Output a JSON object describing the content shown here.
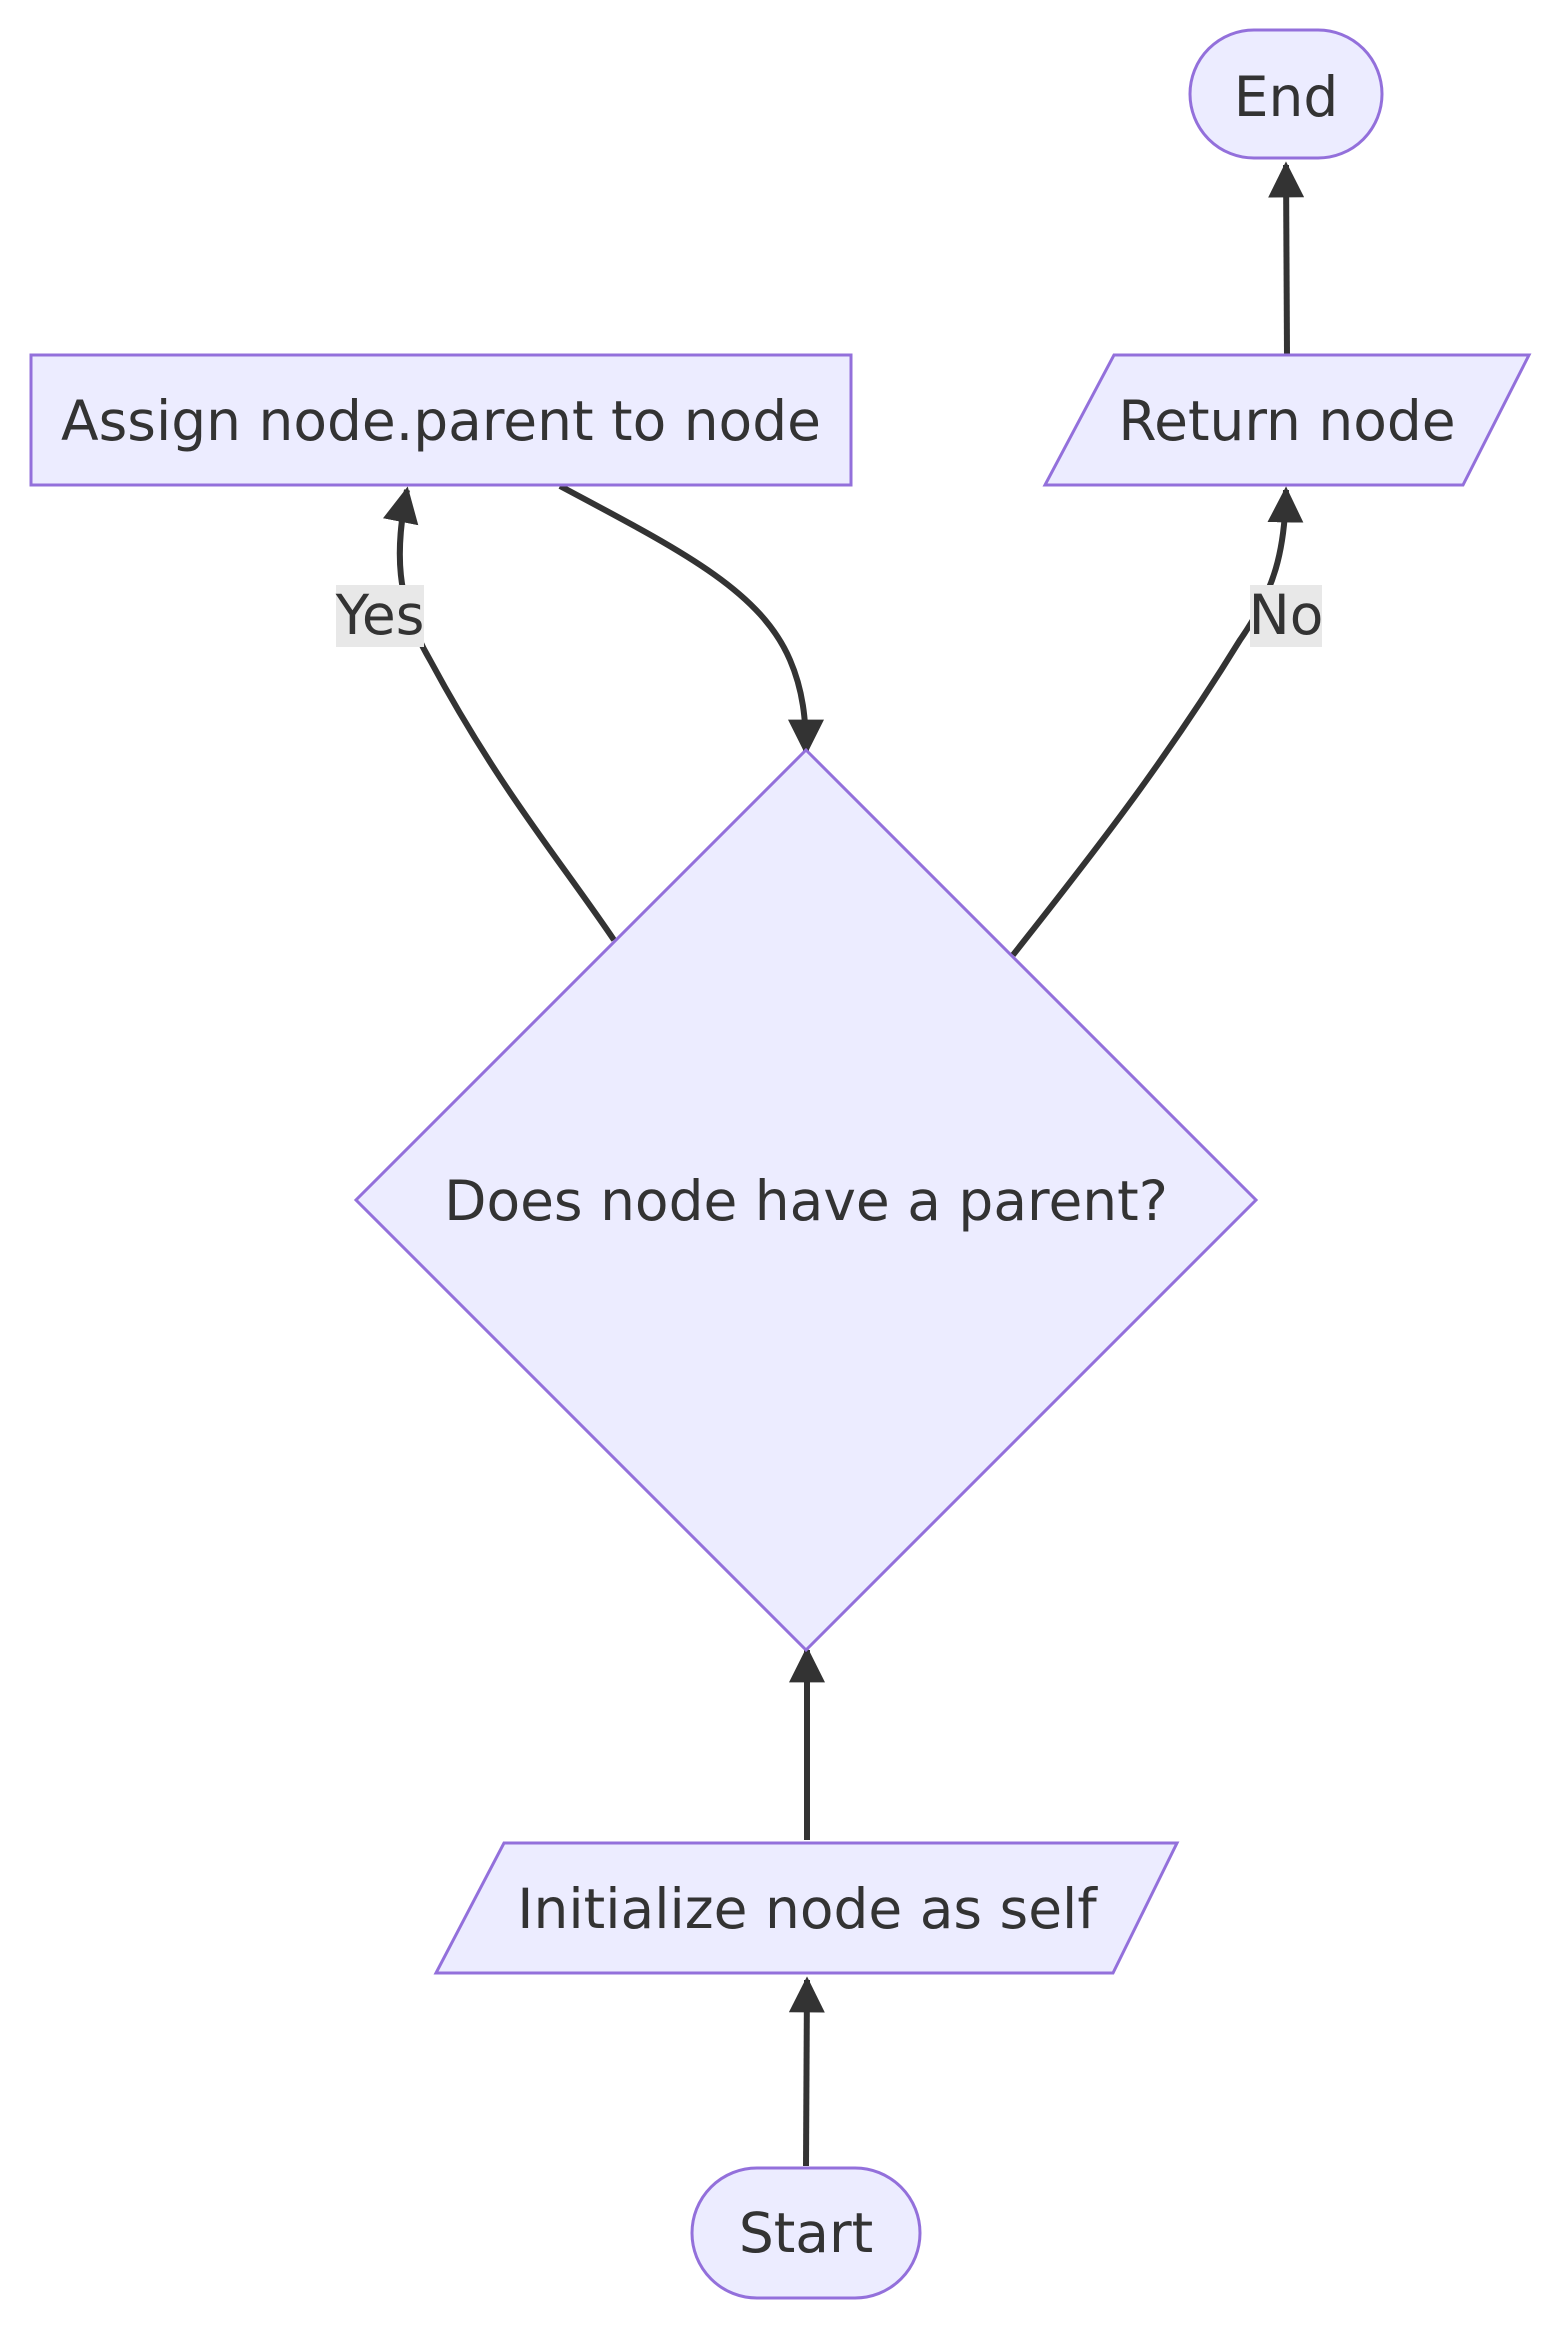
{
  "nodes": {
    "start": {
      "label": "Start"
    },
    "init": {
      "label": "Initialize node as self"
    },
    "decision": {
      "label": "Does node have a parent?"
    },
    "assign": {
      "label": "Assign node.parent to node"
    },
    "return": {
      "label": "Return node"
    },
    "end": {
      "label": "End"
    }
  },
  "edges": {
    "yes": {
      "label": "Yes"
    },
    "no": {
      "label": "No"
    }
  },
  "colors": {
    "node_fill": "#ECECFF",
    "node_stroke": "#9370DB",
    "edge": "#333333",
    "text": "#333333",
    "edge_label_bg": "#e8e8e8"
  }
}
